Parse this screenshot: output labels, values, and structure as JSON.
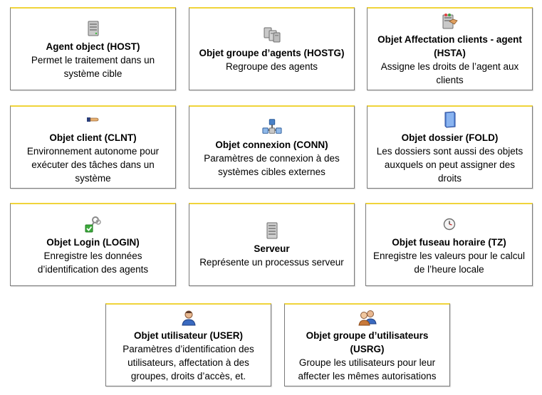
{
  "cards": [
    {
      "title": "Agent object (HOST)",
      "desc": "Permet le traitement dans un système cible",
      "icon": "server-icon"
    },
    {
      "title": "Objet groupe d’agents (HOSTG)",
      "desc": "Regroupe des agents",
      "icon": "server-group-icon"
    },
    {
      "title": "Objet Affectation clients - agent (HSTA)",
      "desc": "Assigne les droits de l’agent aux clients",
      "icon": "agent-assignment-icon"
    },
    {
      "title": "Objet client (CLNT)",
      "desc": "Environnement autonome pour exécuter des tâches dans un système",
      "icon": "client-hand-icon"
    },
    {
      "title": "Objet connexion  (CONN)",
      "desc": "Paramètres de connexion à des systèmes cibles externes",
      "icon": "network-connection-icon"
    },
    {
      "title": "Objet dossier  (FOLD)",
      "desc": "Les dossiers sont aussi des objets auxquels on peut assigner des droits",
      "icon": "folder-icon"
    },
    {
      "title": "Objet Login  (LOGIN)",
      "desc": "Enregistre les données d’identification des agents",
      "icon": "login-keys-icon"
    },
    {
      "title": "Serveur",
      "desc": "Représente un processus serveur",
      "icon": "server-process-icon"
    },
    {
      "title": "Objet fuseau horaire (TZ)",
      "desc": "Enregistre les valeurs pour le calcul de l’heure locale",
      "icon": "clock-icon"
    },
    {
      "title": "Objet utilisateur (USER)",
      "desc": "Paramètres d’identification des utilisateurs, affectation à des groupes, droits d’accès, et.",
      "icon": "user-icon"
    },
    {
      "title": "Objet groupe d’utilisateurs (USRG)",
      "desc": "Groupe les utilisateurs pour leur affecter les mêmes autorisations",
      "icon": "user-group-icon"
    }
  ]
}
